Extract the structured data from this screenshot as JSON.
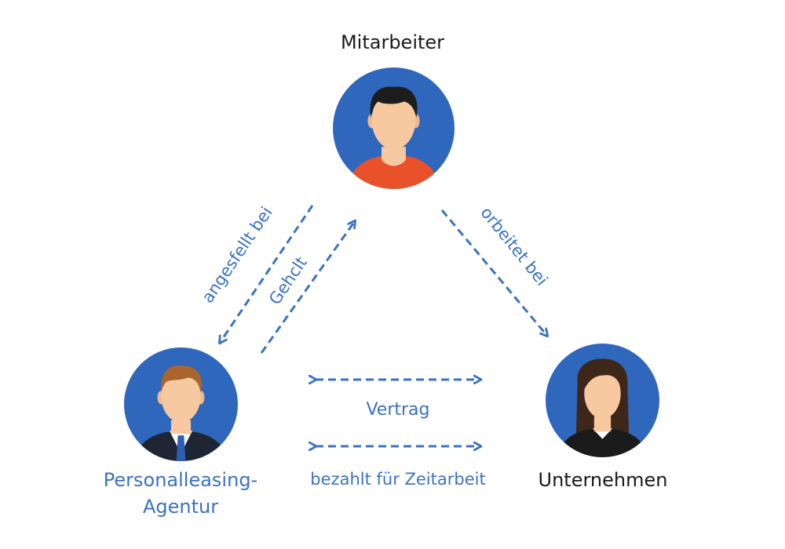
{
  "colors": {
    "accent": "#3a72c4",
    "avatar_bg": "#2f67bd",
    "text_dark": "#1a1a1a",
    "skin": "#f6c9a1",
    "employee_shirt": "#e8512a",
    "employee_hair": "#1d1d1d",
    "agent_hair": "#a9652b",
    "agent_suit": "#1e2633",
    "agent_tie": "#2c5fb3",
    "company_hair": "#3d261a",
    "company_suit": "#1b1b1b"
  },
  "nodes": {
    "employee": {
      "label": "Mitarbeiter",
      "icon": "employee-avatar-icon"
    },
    "agency": {
      "label_line1": "Personalleasing-",
      "label_line2": "Agentur",
      "icon": "agency-representative-avatar-icon"
    },
    "company": {
      "label": "Unternehmen",
      "icon": "company-representative-avatar-icon"
    }
  },
  "edges": {
    "employed_at": "angesfellt bei",
    "salary": "Gehclt",
    "works_at": "orbeitet bei",
    "contract": "Vertrag",
    "pays_for_temp_work": "bezahlt für Zeitarbeit"
  }
}
